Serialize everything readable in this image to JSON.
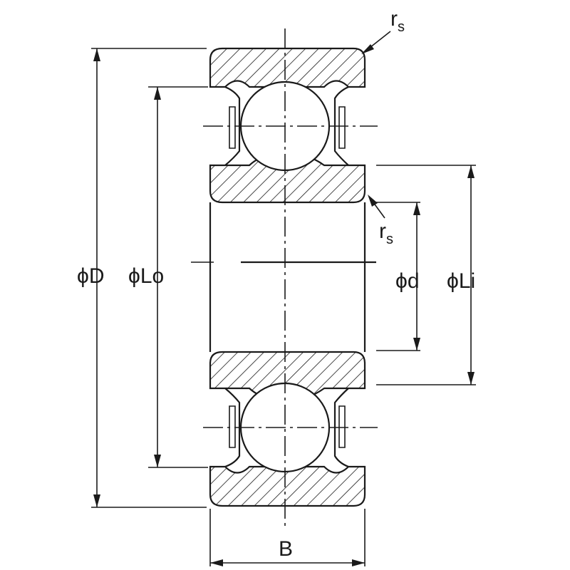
{
  "labels": {
    "outer_diameter": {
      "symbol": "ϕ",
      "text": "D"
    },
    "outer_land": {
      "symbol": "ϕ",
      "text": "Lo"
    },
    "bore_diameter": {
      "symbol": "ϕ",
      "text": "d"
    },
    "inner_land": {
      "symbol": "ϕ",
      "text": "Li"
    },
    "width": {
      "text": "B"
    },
    "corner_radius_top": {
      "main": "r",
      "sub": "s"
    },
    "corner_radius_inner": {
      "main": "r",
      "sub": "s"
    }
  },
  "colors": {
    "line": "#1a1a1a",
    "background": "#ffffff"
  }
}
